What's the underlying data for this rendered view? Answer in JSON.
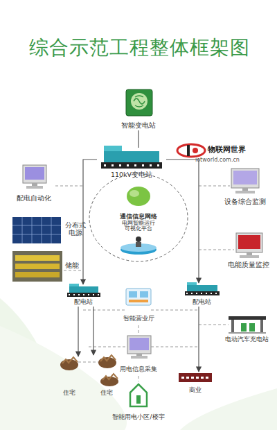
{
  "diagram": {
    "title": "综合示范工程整体框架图",
    "nodes": [
      {
        "text": [
          "智能变电站"
        ]
      },
      {
        "text": [
          "110kV变电站"
        ]
      },
      {
        "text": [
          "配电自动化"
        ]
      },
      {
        "text": [
          "设备综合监测"
        ]
      },
      {
        "text": [
          "通信信息网络",
          "电网智能运行 可视化平台"
        ]
      },
      {
        "text": [
          "分布式 电源"
        ]
      },
      {
        "text": [
          "储能"
        ]
      },
      {
        "text": [
          "电能质量监控"
        ]
      },
      {
        "text": [
          "配电站"
        ]
      },
      {
        "text": [
          "配电站"
        ]
      },
      {
        "text": [
          "智能营业厅"
        ]
      },
      {
        "text": [
          "电动汽车充电站"
        ]
      },
      {
        "text": [
          "用电信息采集"
        ]
      },
      {
        "text": [
          "住宅"
        ]
      },
      {
        "text": [
          "住宅"
        ]
      },
      {
        "text": [
          "商业"
        ]
      },
      {
        "text": [
          "智能用电小区/楼宇"
        ]
      }
    ],
    "edges": [
      {
        "from": 0,
        "to": 1,
        "arrow": "none"
      },
      {
        "from": 1,
        "to": 8,
        "arrow": "to"
      },
      {
        "from": 1,
        "to": 9,
        "arrow": "to"
      },
      {
        "from": 8,
        "to": 13,
        "arrow": "to"
      },
      {
        "from": 8,
        "to": 14,
        "arrow": "to"
      },
      {
        "from": 9,
        "to": 15,
        "arrow": "to"
      },
      {
        "from": 10,
        "to": 12,
        "arrow": "none"
      },
      {
        "from": 12,
        "to": 16,
        "arrow": "none"
      }
    ],
    "labels": [
      "物联网世界",
      "iotworld.com.cn"
    ]
  }
}
